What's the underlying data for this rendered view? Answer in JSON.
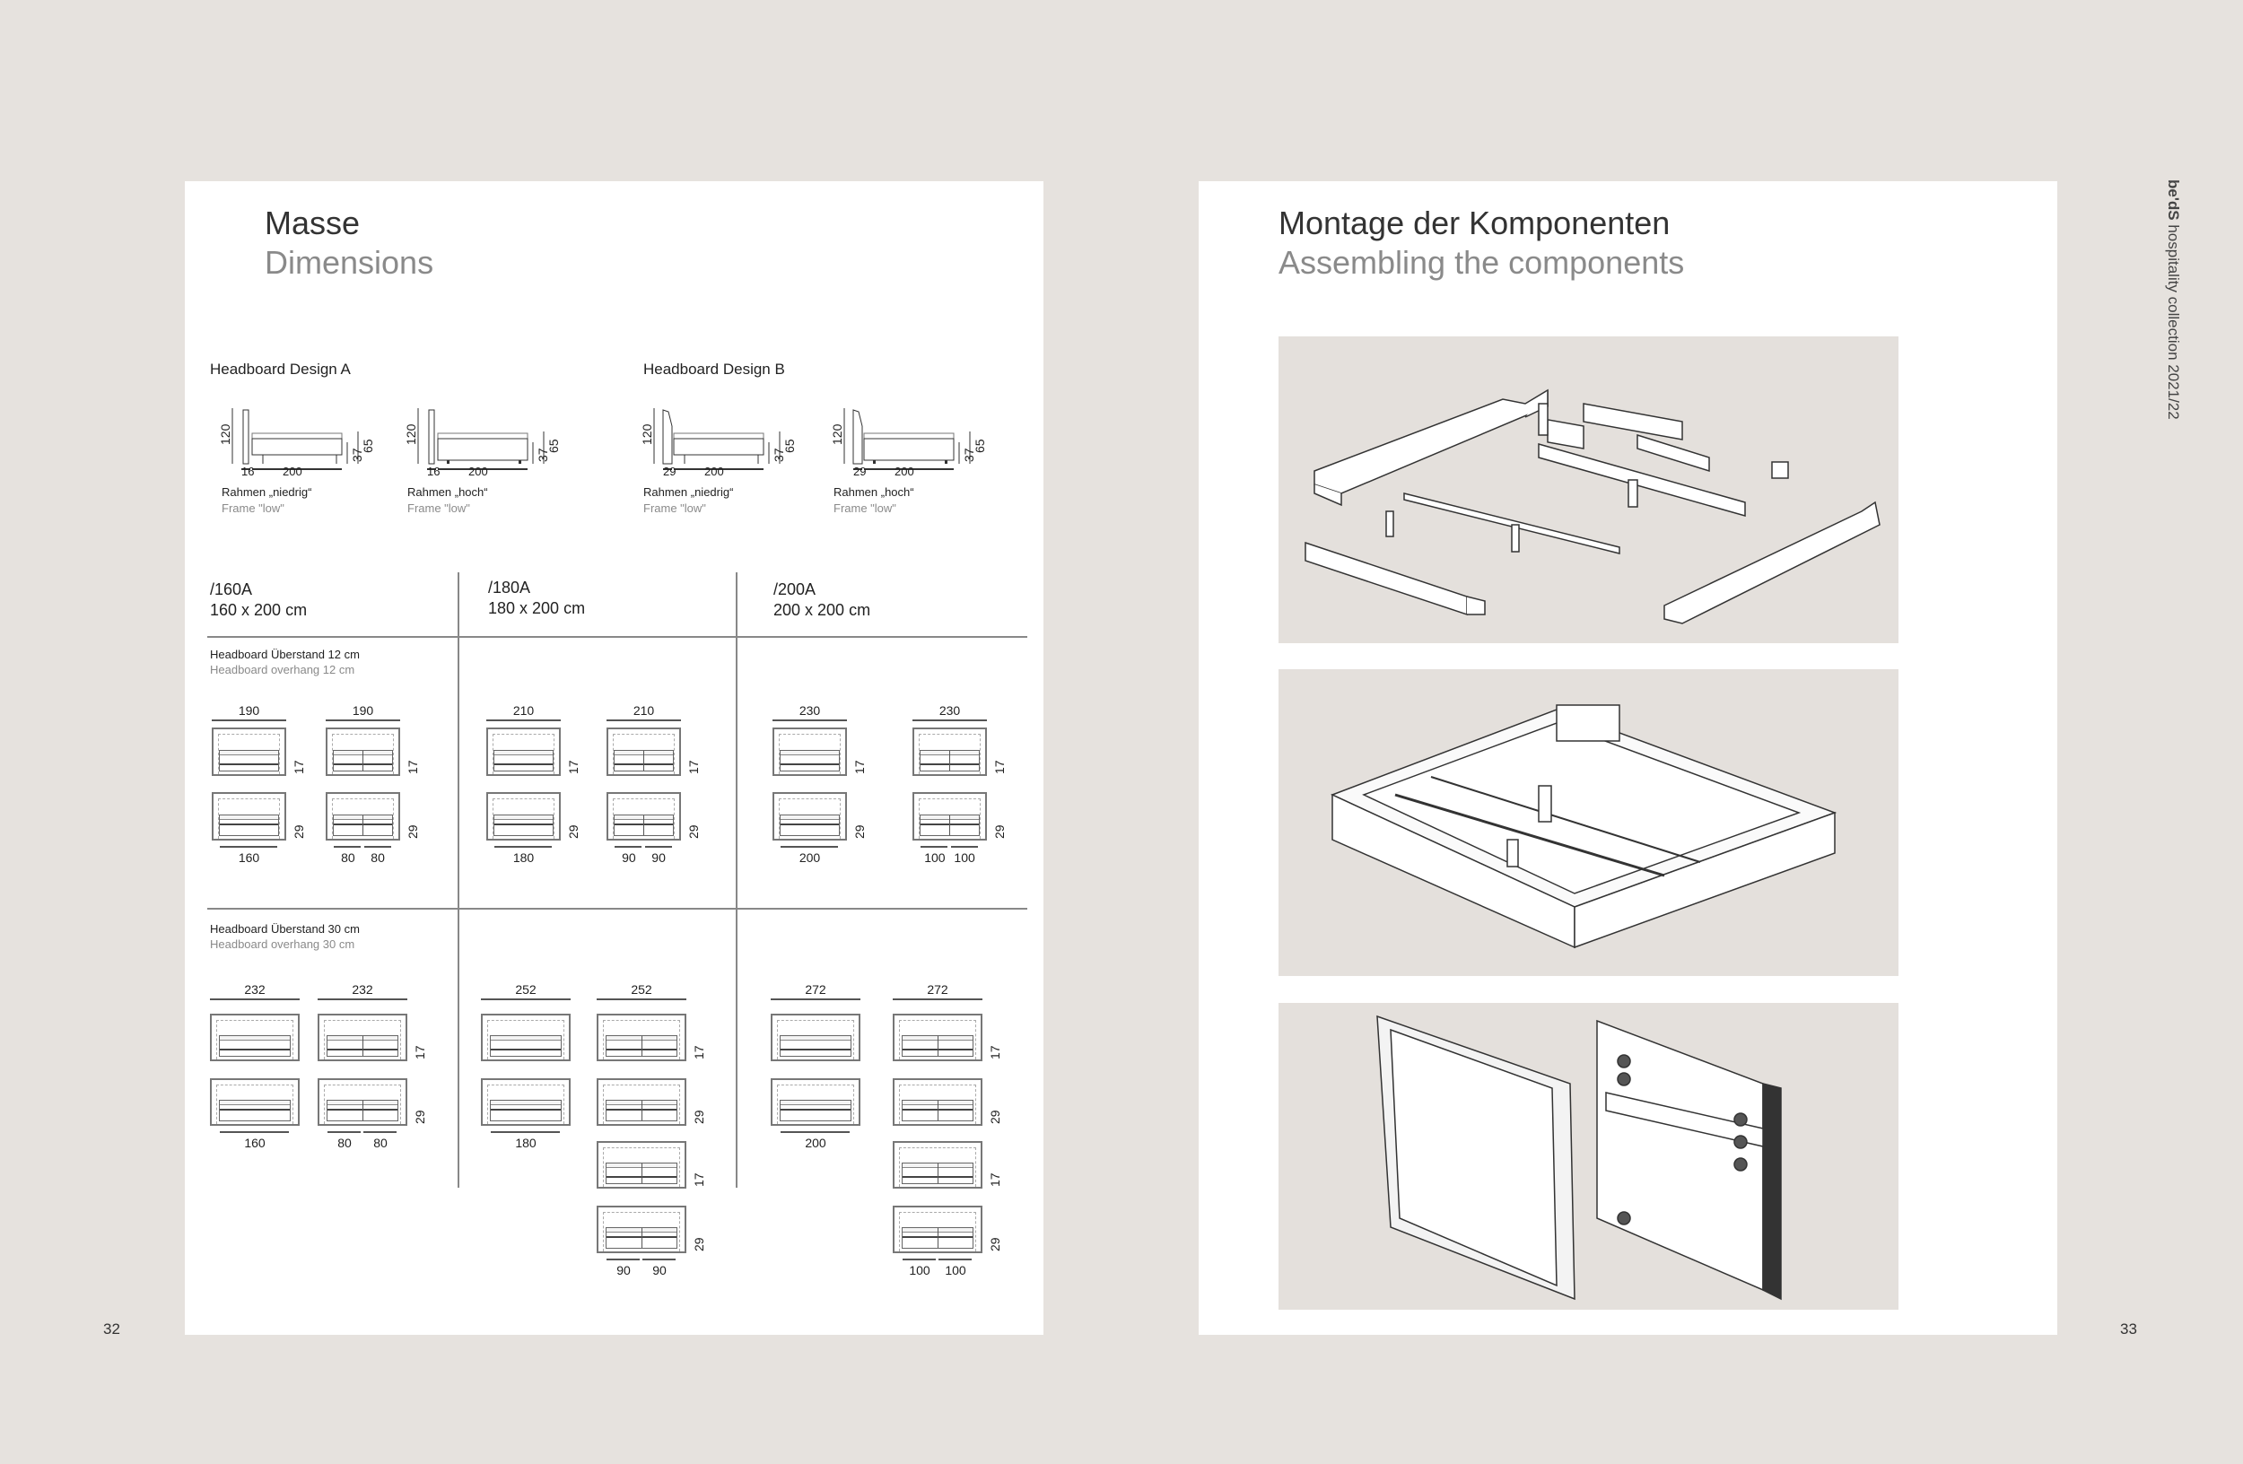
{
  "left_page": {
    "title_de": "Masse",
    "title_en": "Dimensions",
    "page_number": "32",
    "headboard_designs": [
      {
        "label": "Headboard Design A",
        "profiles": [
          {
            "height": "120",
            "frame_h": "37",
            "total_h": "65",
            "depth": "16",
            "length": "200",
            "label_de": "Rahmen „niedrig“",
            "label_en": "Frame \"low\"",
            "frame": "low"
          },
          {
            "height": "120",
            "frame_h": "37",
            "total_h": "65",
            "depth": "16",
            "length": "200",
            "label_de": "Rahmen „hoch“",
            "label_en": "Frame \"low\"",
            "frame": "high"
          }
        ]
      },
      {
        "label": "Headboard Design B",
        "profiles": [
          {
            "height": "120",
            "frame_h": "37",
            "total_h": "65",
            "depth": "29",
            "length": "200",
            "label_de": "Rahmen „niedrig“",
            "label_en": "Frame \"low\"",
            "frame": "low"
          },
          {
            "height": "120",
            "frame_h": "37",
            "total_h": "65",
            "depth": "29",
            "length": "200",
            "label_de": "Rahmen „hoch“",
            "label_en": "Frame \"low\"",
            "frame": "high"
          }
        ]
      }
    ],
    "sizes": [
      {
        "code": "/160A",
        "size": "160 x 200 cm"
      },
      {
        "code": "/180A",
        "size": "180 x 200 cm"
      },
      {
        "code": "/200A",
        "size": "200 x 200 cm"
      }
    ],
    "overhang_groups": [
      {
        "label_de": "Headboard Überstand 12 cm",
        "label_en": "Headboard overhang 12 cm",
        "columns": [
          {
            "variants": [
              {
                "top": "190",
                "rows": [
                  "17",
                  "29"
                ],
                "bottom": [
                  "160"
                ],
                "split": false
              },
              {
                "top": "190",
                "rows": [
                  "17",
                  "29"
                ],
                "bottom": [
                  "80",
                  "80"
                ],
                "split": true
              }
            ]
          },
          {
            "variants": [
              {
                "top": "210",
                "rows": [
                  "17",
                  "29"
                ],
                "bottom": [
                  "180"
                ],
                "split": false
              },
              {
                "top": "210",
                "rows": [
                  "17",
                  "29"
                ],
                "bottom": [
                  "90",
                  "90"
                ],
                "split": true
              }
            ]
          },
          {
            "variants": [
              {
                "top": "230",
                "rows": [
                  "17",
                  "29"
                ],
                "bottom": [
                  "200"
                ],
                "split": false
              },
              {
                "top": "230",
                "rows": [
                  "17",
                  "29"
                ],
                "bottom": [
                  "100",
                  "100"
                ],
                "split": true
              }
            ]
          }
        ]
      },
      {
        "label_de": "Headboard Überstand 30 cm",
        "label_en": "Headboard overhang 30 cm",
        "columns": [
          {
            "variants": [
              {
                "top": "232",
                "rows": [
                  "",
                  ""
                ],
                "bottom": [
                  "160"
                ],
                "split": false
              },
              {
                "top": "232",
                "rows": [
                  "17",
                  "29"
                ],
                "bottom": [
                  "80",
                  "80"
                ],
                "split": true
              }
            ]
          },
          {
            "variants": [
              {
                "top": "252",
                "rows": [
                  "",
                  ""
                ],
                "bottom": [
                  "180"
                ],
                "split": false
              },
              {
                "top": "252",
                "rows": [
                  "17",
                  "29",
                  "17",
                  "29"
                ],
                "bottom": [
                  "90",
                  "90"
                ],
                "split": true
              }
            ]
          },
          {
            "variants": [
              {
                "top": "272",
                "rows": [
                  "",
                  ""
                ],
                "bottom": [
                  "200"
                ],
                "split": false
              },
              {
                "top": "272",
                "rows": [
                  "17",
                  "29",
                  "17",
                  "29"
                ],
                "bottom": [
                  "100",
                  "100"
                ],
                "split": true
              }
            ]
          }
        ]
      }
    ]
  },
  "right_page": {
    "title_de": "Montage der Komponenten",
    "title_en": "Assembling the components",
    "page_number": "33",
    "illustrations": [
      "exploded-frame",
      "assembled-frame",
      "headboard-mount"
    ]
  },
  "sidebar": {
    "brand": "be'dS",
    "text": "hospitality collection 2021/22"
  }
}
